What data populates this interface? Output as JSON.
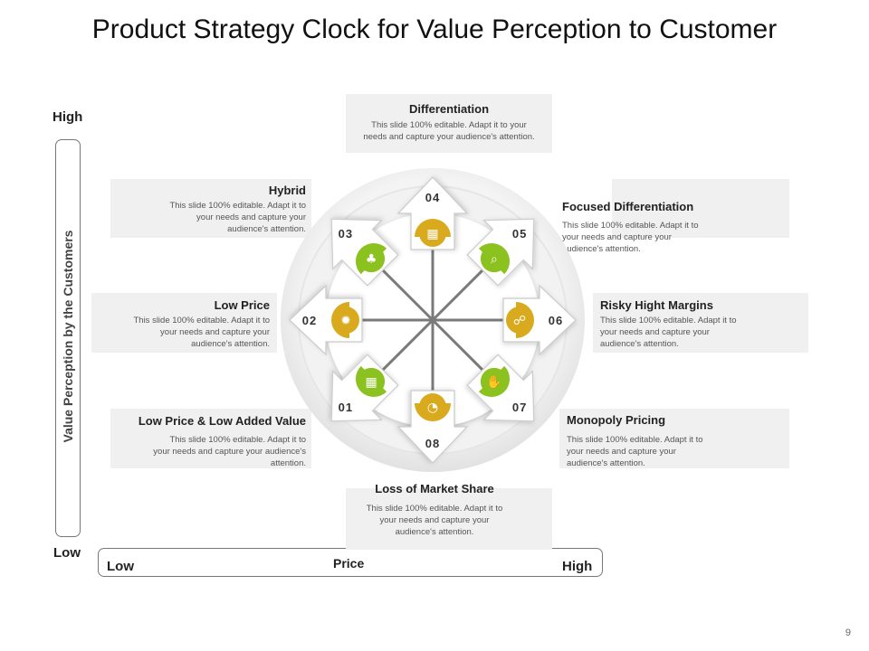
{
  "slide": {
    "title": "Product Strategy Clock for Value Perception to Customer",
    "page_number": "9"
  },
  "axes": {
    "vertical": {
      "label": "Value Perception by the Customers",
      "high": "High",
      "low": "Low"
    },
    "horizontal": {
      "label": "Price",
      "low": "Low",
      "high": "High"
    }
  },
  "strategies": [
    {
      "number": "01",
      "title": "Low Price & Low Added Value",
      "body": "This slide 100% editable. Adapt it to your needs and capture your audience's attention."
    },
    {
      "number": "02",
      "title": "Low Price",
      "body": "This slide 100% editable. Adapt it to your needs and capture your audience's attention."
    },
    {
      "number": "03",
      "title": "Hybrid",
      "body": "This slide 100% editable. Adapt it to your needs and capture your audience's attention."
    },
    {
      "number": "04",
      "title": "Differentiation",
      "body": "This slide 100% editable. Adapt it to your needs and capture your audience's attention."
    },
    {
      "number": "05",
      "title": "Focused Differentiation",
      "body": "This slide 100% editable. Adapt it to your needs and capture your audience's attention."
    },
    {
      "number": "06",
      "title": "Risky Hight Margins",
      "body": "This slide 100% editable. Adapt it to your needs and capture your audience's attention."
    },
    {
      "number": "07",
      "title": "Monopoly Pricing",
      "body": "This slide 100% editable. Adapt it to your needs and capture your audience's attention."
    },
    {
      "number": "08",
      "title": "Loss of Market Share",
      "body": "This slide 100% editable. Adapt it to your needs and capture your audience's attention."
    }
  ],
  "icons": [
    "calculator-icon",
    "gear-dollar-icon",
    "shapes-icon",
    "grid-icon",
    "magnifier-icon",
    "handshake-icon",
    "hand-gear-icon",
    "pie-chart-icon"
  ],
  "colors": {
    "green": "#8cc21f",
    "gold": "#d9aa1e",
    "line": "#7a7a7a",
    "card": "#f0f0f0"
  }
}
